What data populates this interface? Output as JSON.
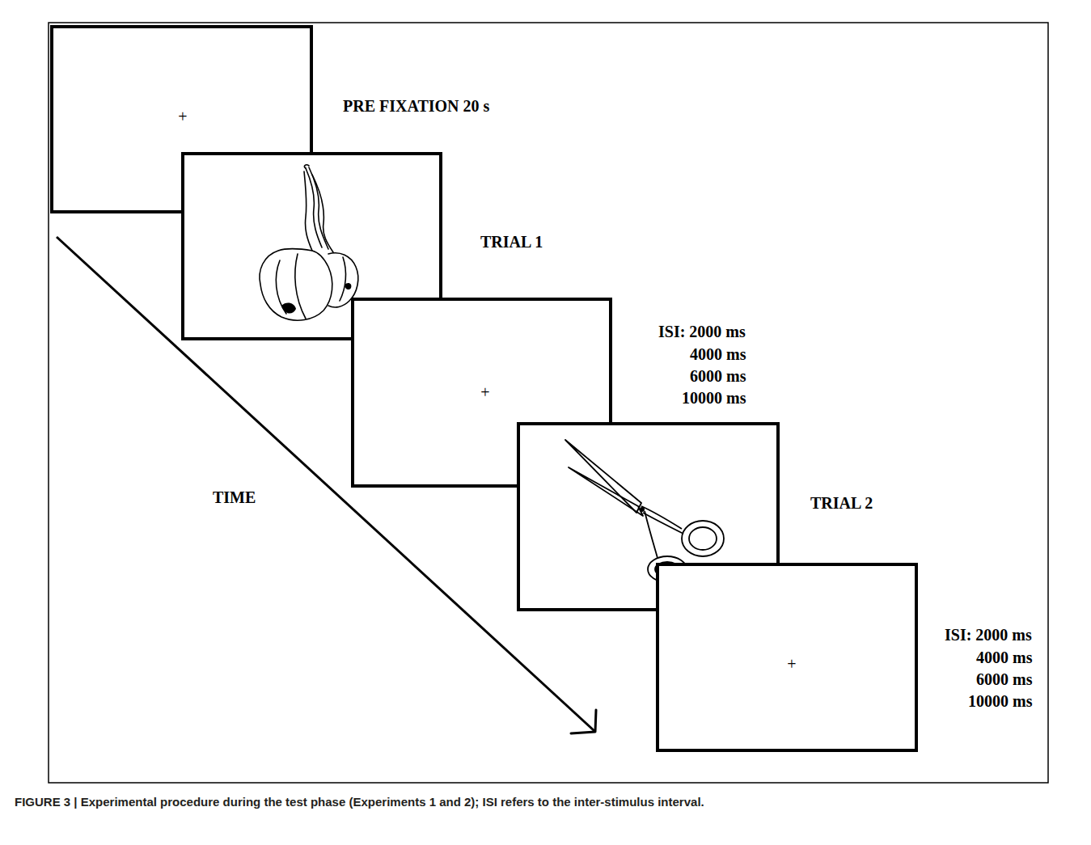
{
  "diagram": {
    "caption": "FIGURE 3 | Experimental procedure during the test phase (Experiments 1 and 2); ISI refers to the inter-stimulus interval.",
    "nodes": [
      {
        "text": [
          "+",
          "PRE FIXATION 20 s"
        ]
      },
      {
        "text": [
          "TRIAL 1"
        ]
      },
      {
        "text": [
          "+"
        ]
      },
      {
        "text": [
          "TRIAL 2"
        ]
      },
      {
        "text": [
          "+"
        ]
      }
    ],
    "labels": [
      "ISI: 2000 ms",
      "4000 ms",
      "6000 ms",
      "10000 ms",
      "ISI: 2000 ms",
      "4000 ms",
      "6000 ms",
      "10000 ms",
      "TIME"
    ]
  }
}
